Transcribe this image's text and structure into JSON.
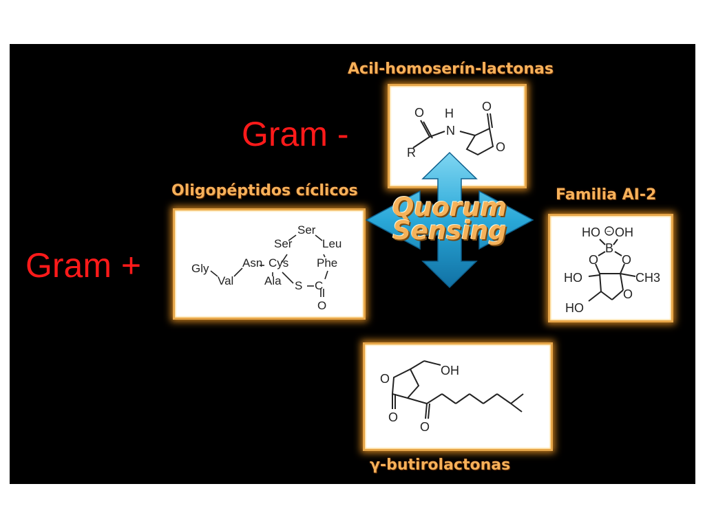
{
  "labels": {
    "acyl": "Acil-homoserín-lactonas",
    "oligo": "Oligopéptidos cíclicos",
    "ai2": "Familia AI-2",
    "butyro": "γ-butirolactonas",
    "gram_neg": "Gram -",
    "gram_pos": "Gram +",
    "qs_line1": "Quorum",
    "qs_line2": "Sensing"
  },
  "acyl_structure": {
    "o_top": "O",
    "h": "H",
    "n": "N",
    "o_left": "O",
    "r": "R",
    "o_ring": "O"
  },
  "oligo_structure": {
    "gly": "Gly",
    "val": "Val",
    "asn": "Asn",
    "ala": "Ala",
    "cys": "Cys",
    "ser1": "Ser",
    "ser2": "Ser",
    "leu": "Leu",
    "phe": "Phe",
    "s": "S",
    "c": "C",
    "o": "O"
  },
  "ai2_structure": {
    "ho_top": "HO",
    "minus": "−",
    "oh_top": "OH",
    "b": "B",
    "o_left": "O",
    "o_right": "O",
    "ho_mid": "HO",
    "ch3": "CH3",
    "ho_bot": "HO",
    "o_ring": "O"
  },
  "butyro_structure": {
    "o_ring": "O",
    "o_lactone": "O",
    "o_ketone": "O",
    "oh": "OH"
  },
  "colors": {
    "background": "#000000",
    "caption": "#f7b15a",
    "gram": "#ff1a1a",
    "arrow": "#2aa8d8",
    "box_border": "#e6a64a"
  }
}
